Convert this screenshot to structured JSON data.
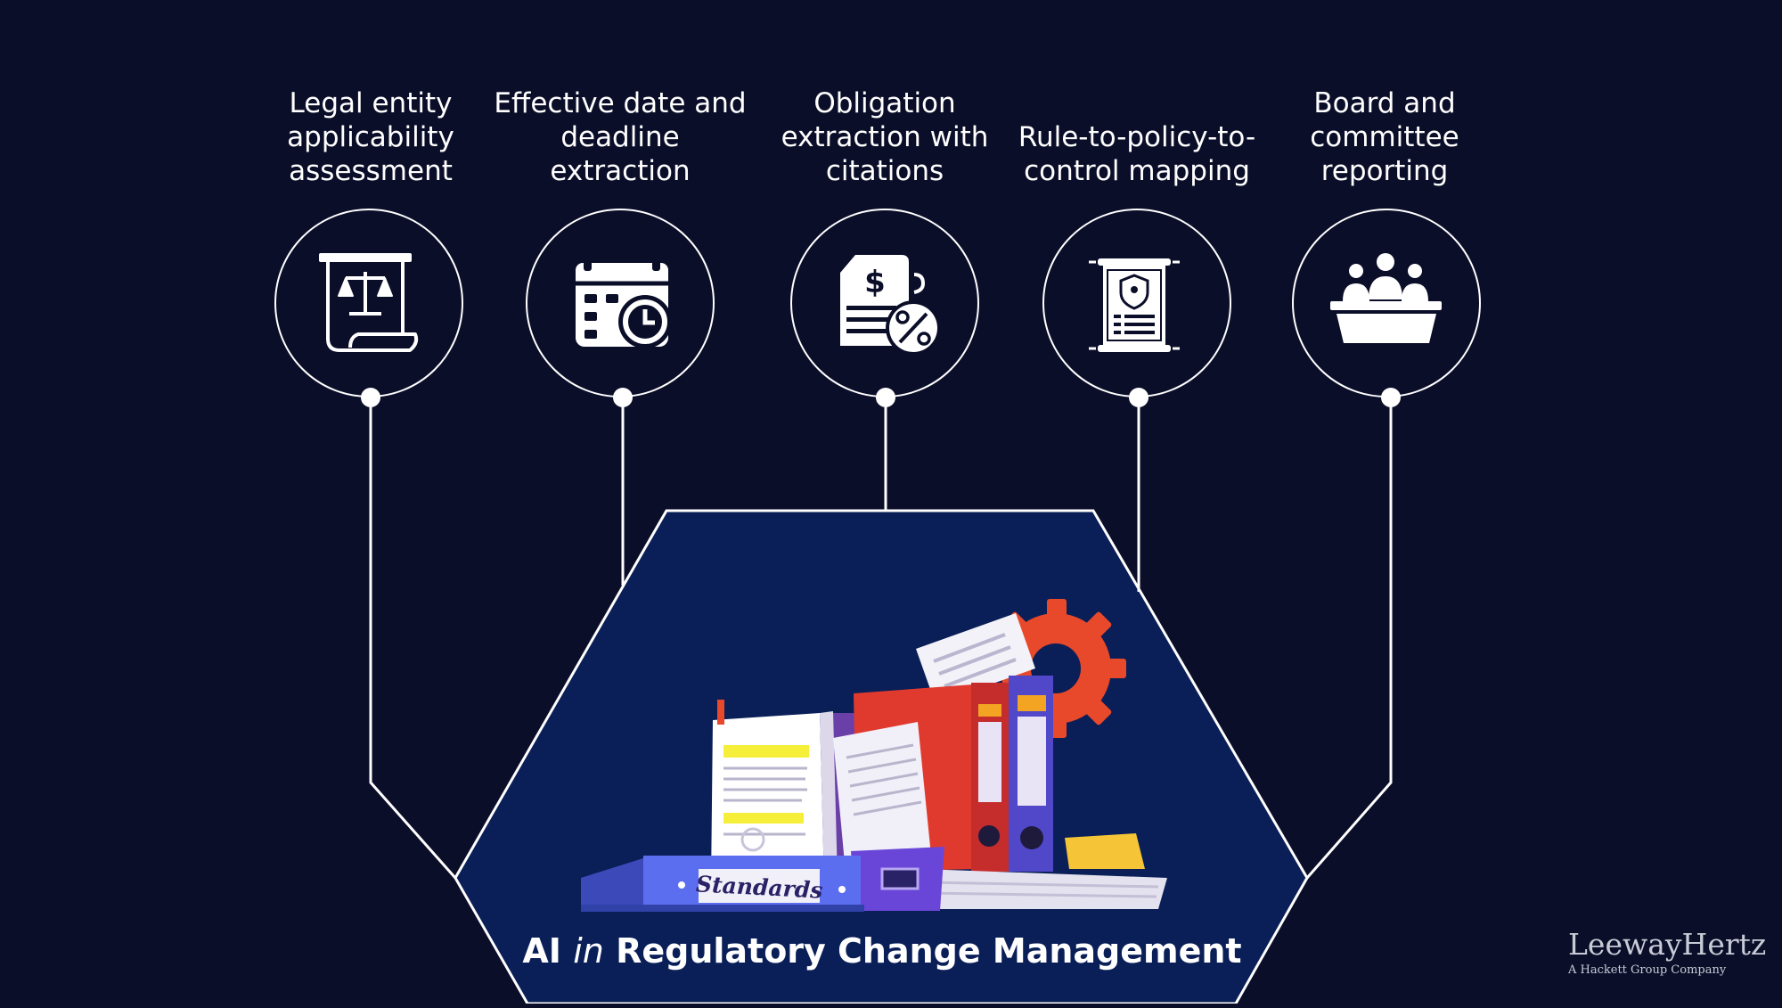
{
  "diagram": {
    "title_prefix": "AI",
    "title_connector": "in",
    "title_suffix": "Regulatory Change Management",
    "features": [
      {
        "label": "Legal entity applicability assessment",
        "icon": "legal-scale-icon"
      },
      {
        "label": "Effective date and deadline extraction",
        "icon": "calendar-clock-icon"
      },
      {
        "label": "Obligation extraction with citations",
        "icon": "financial-document-percent-icon"
      },
      {
        "label": "Rule-to-policy-to-control mapping",
        "icon": "policy-scroll-shield-icon"
      },
      {
        "label": "Board and committee reporting",
        "icon": "boardroom-meeting-icon"
      }
    ],
    "illustration": {
      "binder_label": "Standards",
      "icon": "documents-binders-gear-illustration"
    }
  },
  "brand": {
    "name": "LeewayHertz",
    "tagline": "A Hackett Group Company"
  },
  "colors": {
    "background": "#0b0e29",
    "hexagon_fill": "#0a1f57",
    "line": "#ffffff",
    "text": "#ffffff"
  }
}
